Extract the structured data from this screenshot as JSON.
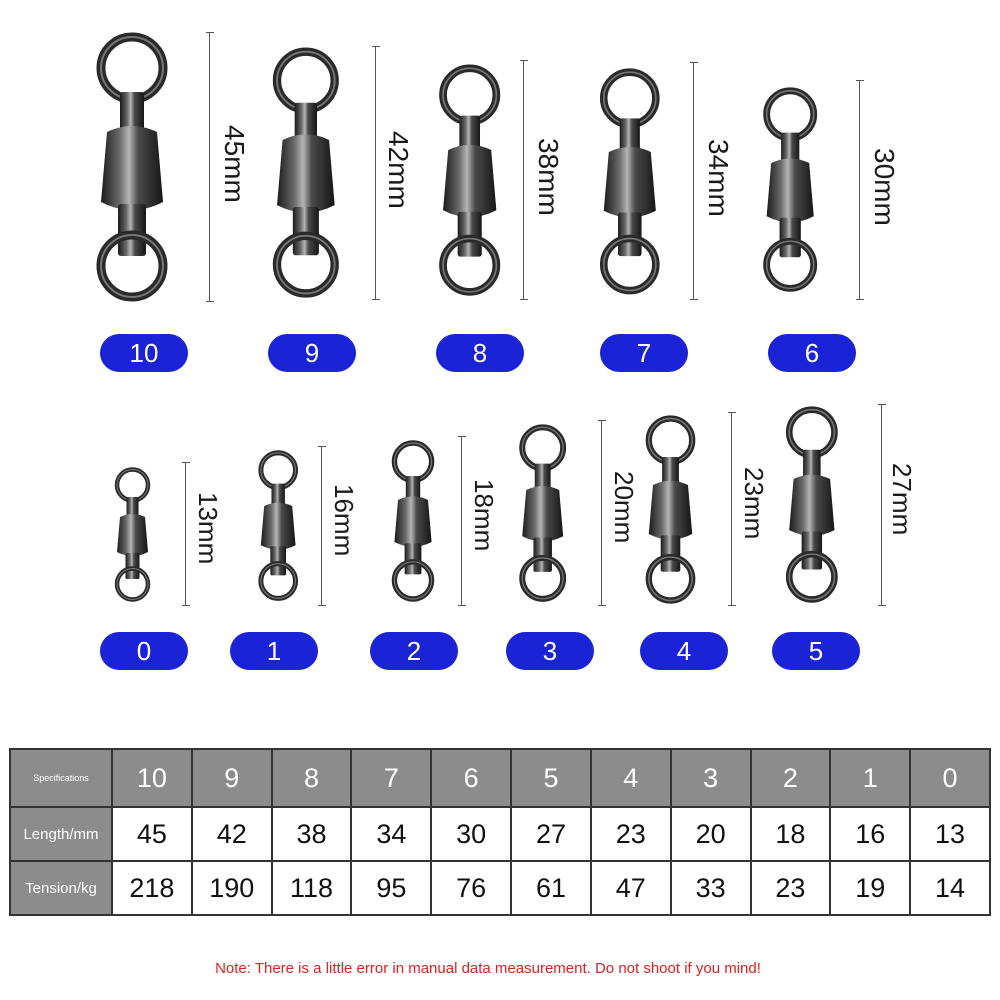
{
  "top_row": [
    {
      "size": "10",
      "length_label": "45mm"
    },
    {
      "size": "9",
      "length_label": "42mm"
    },
    {
      "size": "8",
      "length_label": "38mm"
    },
    {
      "size": "7",
      "length_label": "34mm"
    },
    {
      "size": "6",
      "length_label": "30mm"
    }
  ],
  "bottom_row": [
    {
      "size": "0",
      "length_label": "13mm"
    },
    {
      "size": "1",
      "length_label": "16mm"
    },
    {
      "size": "2",
      "length_label": "18mm"
    },
    {
      "size": "3",
      "length_label": "20mm"
    },
    {
      "size": "4",
      "length_label": "23mm"
    },
    {
      "size": "5",
      "length_label": "27mm"
    }
  ],
  "table": {
    "header_label": "Specifications",
    "length_label": "Length/mm",
    "tension_label": "Tension/kg",
    "sizes": [
      "10",
      "9",
      "8",
      "7",
      "6",
      "5",
      "4",
      "3",
      "2",
      "1",
      "0"
    ],
    "lengths": [
      "45",
      "42",
      "38",
      "34",
      "30",
      "27",
      "23",
      "20",
      "18",
      "16",
      "13"
    ],
    "tensions": [
      "218",
      "190",
      "118",
      "95",
      "76",
      "61",
      "47",
      "33",
      "23",
      "19",
      "14"
    ]
  },
  "note": "Note: There is a little error in manual data measurement. Do not shoot if you mind!",
  "colors": {
    "pill": "#1a23d6",
    "note": "#e02020",
    "header": "#8c8c8c"
  }
}
